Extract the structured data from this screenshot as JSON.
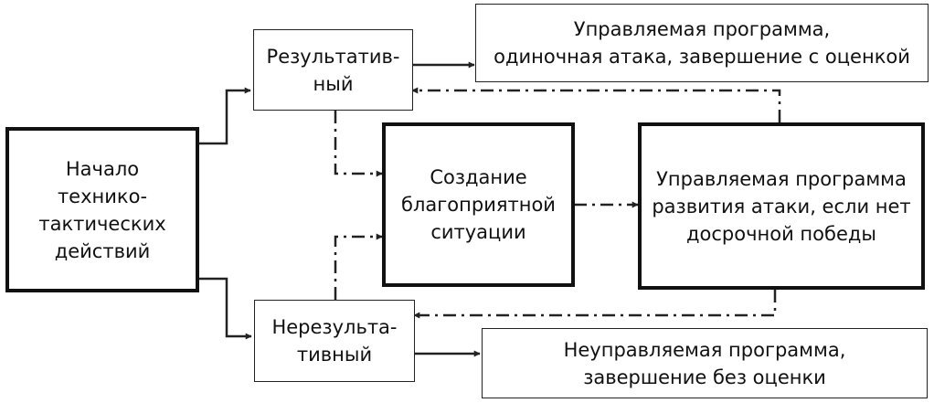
{
  "nodes": {
    "start": {
      "lines": [
        "Начало",
        "технико-",
        "тактических",
        "действий"
      ]
    },
    "effective": {
      "lines": [
        "Результатив-",
        "ный"
      ]
    },
    "ineffective": {
      "lines": [
        "Нерезульта-",
        "тивный"
      ]
    },
    "controlled_single": {
      "lines": [
        "Управляемая программа,",
        "одиночная атака, завершение с оценкой"
      ]
    },
    "favorable": {
      "lines": [
        "Создание",
        "благоприятной",
        "ситуации"
      ]
    },
    "controlled_dev": {
      "lines": [
        "Управляемая программа",
        "развития атаки, если нет",
        "досрочной победы"
      ]
    },
    "uncontrolled": {
      "lines": [
        "Неуправляемая программа,",
        "завершение без оценки"
      ]
    }
  },
  "colors": {
    "stroke": "#222222",
    "text": "#111111",
    "background": "#ffffff"
  }
}
